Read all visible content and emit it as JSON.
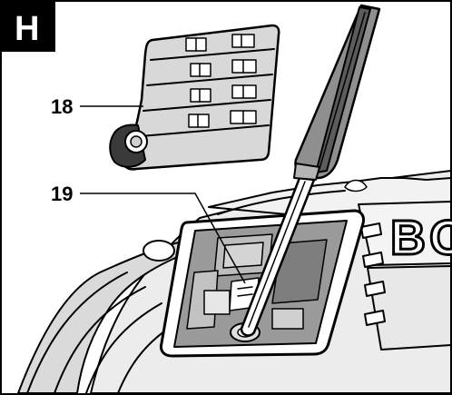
{
  "figure": {
    "panel_letter": "H",
    "brand_text": "BO",
    "callouts": [
      {
        "label": "18"
      },
      {
        "label": "19"
      }
    ],
    "colors": {
      "badge_bg": "#000000",
      "ink": "#000000",
      "body_gray": "#e6e6e6",
      "dark_gray": "#8a8a8a",
      "light_gray": "#d2d2d2",
      "compartment": "#9a9a9a"
    },
    "icons": [
      "screwdriver-icon",
      "battery-cover-icon",
      "battery-compartment-icon"
    ]
  }
}
